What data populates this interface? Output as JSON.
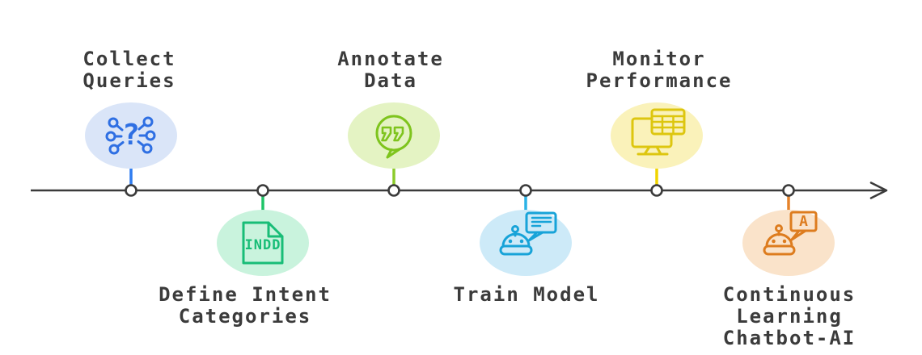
{
  "diagram": {
    "type": "timeline",
    "axis_color": "#3b3b3b",
    "text_color": "#3b3b3b",
    "background": "#ffffff",
    "arrow_direction": "right"
  },
  "milestones": [
    {
      "label": "Collect\nQueries",
      "position": "above",
      "icon": "query-network-icon",
      "glyph": "?",
      "fill": "#dae5f8",
      "stroke": "#2e6fe3",
      "connector": "#2e7cf0"
    },
    {
      "label": "Define Intent\nCategories",
      "position": "below",
      "icon": "indd-document-icon",
      "doc_label": "INDD",
      "fill": "#c9f3dd",
      "stroke": "#18bd77",
      "connector": "#1fc468"
    },
    {
      "label": "Annotate\nData",
      "position": "above",
      "icon": "quote-bubble-icon",
      "fill": "#e4f3c3",
      "stroke": "#7ec41d",
      "connector": "#8ccb2b"
    },
    {
      "label": "Train Model",
      "position": "below",
      "icon": "chatbot-message-icon",
      "fill": "#cdeaf8",
      "stroke": "#17a3d8",
      "connector": "#2bb2e6"
    },
    {
      "label": "Monitor\nPerformance",
      "position": "above",
      "icon": "monitor-report-icon",
      "fill": "#faf2ba",
      "stroke": "#ddc60f",
      "connector": "#f0d400"
    },
    {
      "label": "Continuous\nLearning\nChatbot-AI",
      "position": "below",
      "icon": "chatbot-translate-icon",
      "glyph": "A",
      "fill": "#fae3ca",
      "stroke": "#dd7c1e",
      "connector": "#e5832b"
    }
  ]
}
